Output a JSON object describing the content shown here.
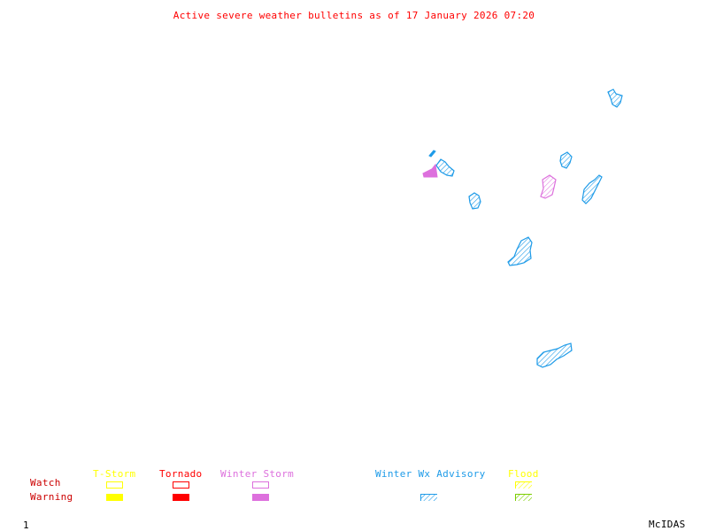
{
  "title": "Active severe weather bulletins as of 17 January 2026 07:20",
  "legend": {
    "row_labels": {
      "watch": "Watch",
      "warning": "Warning"
    },
    "categories": [
      {
        "name": "T-Storm",
        "color": "#ffff00",
        "watch": "outline",
        "warning": "filled"
      },
      {
        "name": "Tornado",
        "color": "#ff0000",
        "watch": "outline",
        "warning": "filled"
      },
      {
        "name": "Winter Storm",
        "color": "#dd70dd",
        "watch": "outline",
        "warning": "filled"
      },
      {
        "name": "Winter Wx Advisory",
        "color": "#1e9be8",
        "watch": null,
        "warning": "hatched"
      },
      {
        "name": "Flood",
        "color": "#ffff00",
        "warning_color": "#7ccd00",
        "watch": "hatched",
        "warning": "hatched"
      }
    ]
  },
  "colors": {
    "title": "#ff0000",
    "row_label": "#cc0000",
    "advisory": "#1e9be8",
    "winter_storm": "#dd70dd",
    "footer": "#000000"
  },
  "footer": {
    "frame_number": "1",
    "brand": "McIDAS"
  },
  "alert_areas": [
    {
      "type": "Winter Wx Advisory",
      "region": "far-northeast"
    },
    {
      "type": "Winter Wx Advisory",
      "region": "north-central-small"
    },
    {
      "type": "Winter Wx Advisory",
      "region": "north-central"
    },
    {
      "type": "Winter Storm Warning",
      "region": "north-central"
    },
    {
      "type": "Winter Wx Advisory",
      "region": "central"
    },
    {
      "type": "Winter Wx Advisory",
      "region": "great-lakes"
    },
    {
      "type": "Winter Storm Watch",
      "region": "great-lakes-south"
    },
    {
      "type": "Winter Wx Advisory",
      "region": "east"
    },
    {
      "type": "Winter Wx Advisory",
      "region": "mid-south"
    },
    {
      "type": "Winter Wx Advisory",
      "region": "southeast"
    }
  ]
}
